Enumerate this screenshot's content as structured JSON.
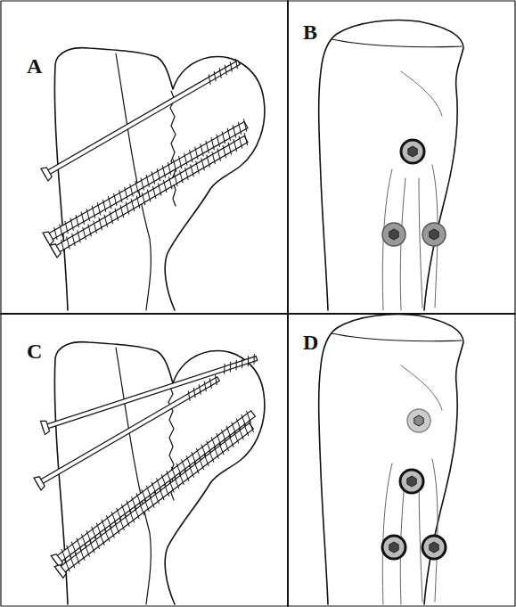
{
  "diagram": {
    "labels": [
      "A",
      "B",
      "C",
      "D"
    ]
  }
}
